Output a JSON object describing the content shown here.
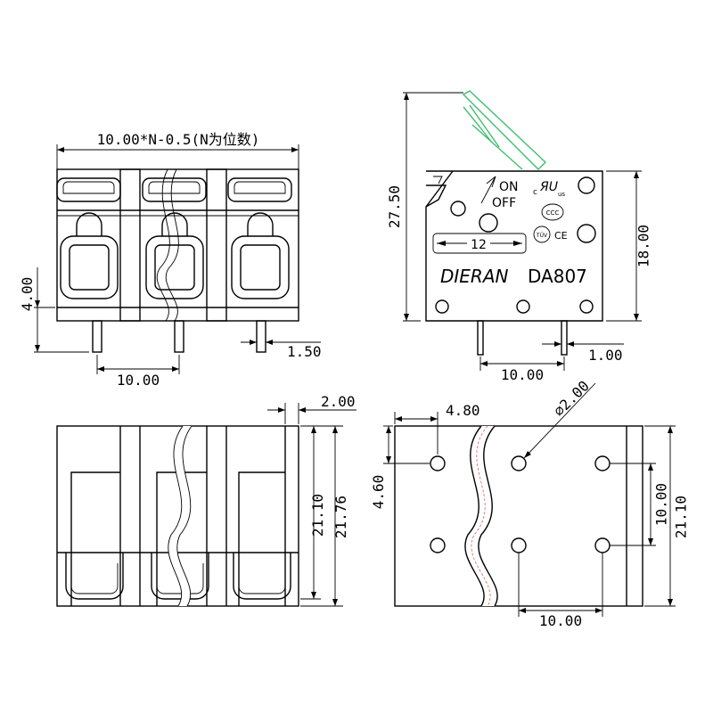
{
  "dims": {
    "top_width": "10.00*N-0.5(N为位数)",
    "front_height": "4.00",
    "front_pitch": "10.00",
    "pin_width": "1.50",
    "side_total_height": "27.50",
    "side_body_height": "18.00",
    "side_pin_spacing": "10.00",
    "side_pin_width": "1.00",
    "top_gap": "2.00",
    "top_depth_a": "21.10",
    "top_depth_b": "21.76",
    "bottom_offset_x": "4.80",
    "bottom_offset_y": "4.60",
    "hole_diameter": "⌀2.00",
    "bottom_row_spacing": "10.00",
    "bottom_col_spacing": "10.00",
    "bottom_depth": "21.10"
  },
  "side_label": {
    "on": "ON",
    "off": "OFF",
    "positions": "12",
    "brand": "DIERAN",
    "model": "DA807",
    "cert_c": "c",
    "cert_us": "us",
    "cert_ccc": "CCC",
    "cert_tuv": "TÜV",
    "cert_ce": "CE"
  }
}
